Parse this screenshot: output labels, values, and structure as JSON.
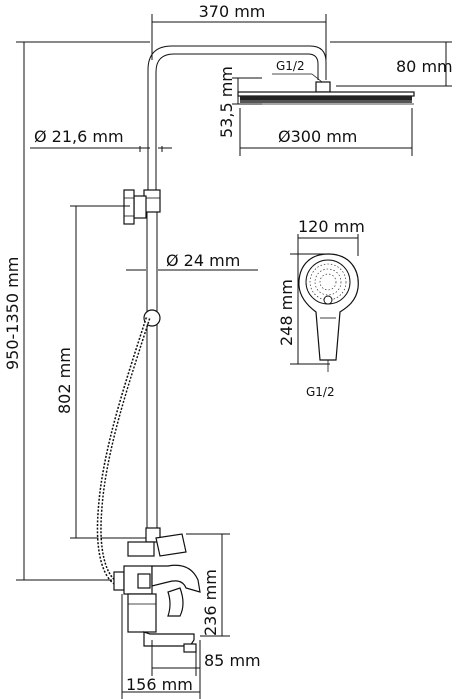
{
  "dimensions": {
    "arm_length": "370 mm",
    "head_offset": "80 mm",
    "head_connection": "G1/2",
    "head_height": "53,5 mm",
    "head_diameter": "Ø300 mm",
    "pipe_upper_diameter": "Ø 21,6 mm",
    "pipe_lower_diameter": "Ø 24 mm",
    "total_height": "950-1350 mm",
    "holder_height": "802 mm",
    "handshower_width": "120 mm",
    "handshower_length": "248 mm",
    "handshower_connection": "G1/2",
    "mixer_height": "236 mm",
    "spout_depth": "85 mm",
    "mixer_width": "156 mm"
  }
}
